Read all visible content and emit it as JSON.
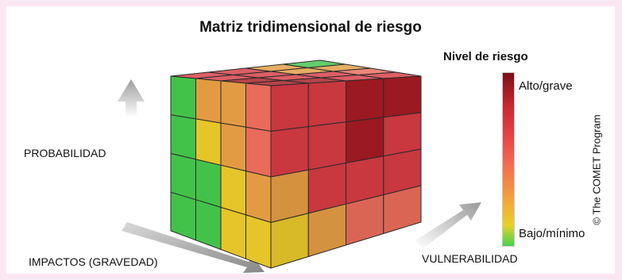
{
  "title": "Matriz tridimensional de riesgo",
  "legend": {
    "title": "Nivel de riesgo",
    "high_label": "Alto/grave",
    "low_label": "Bajo/mínimo"
  },
  "axes": {
    "probability": "PROBABILIDAD",
    "impacts": "IMPACTOS (GRAVEDAD)",
    "vulnerability": "VULNERABILIDAD"
  },
  "copyright": "© The COMET Program",
  "colors": {
    "green": "#43c24a",
    "yellow": "#e6c52b",
    "orange": "#e29b42",
    "salmon": "#e96b5a",
    "red": "#d63b43",
    "darkred": "#a51b22"
  },
  "front_face_colors": [
    [
      "green",
      "orange",
      "orange",
      "salmon"
    ],
    [
      "green",
      "yellow",
      "orange",
      "salmon"
    ],
    [
      "green",
      "green",
      "yellow",
      "orange"
    ],
    [
      "green",
      "green",
      "yellow",
      "yellow"
    ]
  ],
  "right_face_colors": [
    [
      "red",
      "red",
      "darkred",
      "darkred"
    ],
    [
      "red",
      "red",
      "darkred",
      "red"
    ],
    [
      "orange",
      "red",
      "red",
      "red"
    ],
    [
      "yellow",
      "orange",
      "salmon",
      "salmon"
    ]
  ],
  "top_face_colors": [
    [
      "green",
      "orange",
      "salmon",
      "red"
    ],
    [
      "orange",
      "orange",
      "red",
      "red"
    ],
    [
      "red",
      "red",
      "red",
      "darkred"
    ],
    [
      "red",
      "red",
      "darkred",
      "darkred"
    ]
  ]
}
